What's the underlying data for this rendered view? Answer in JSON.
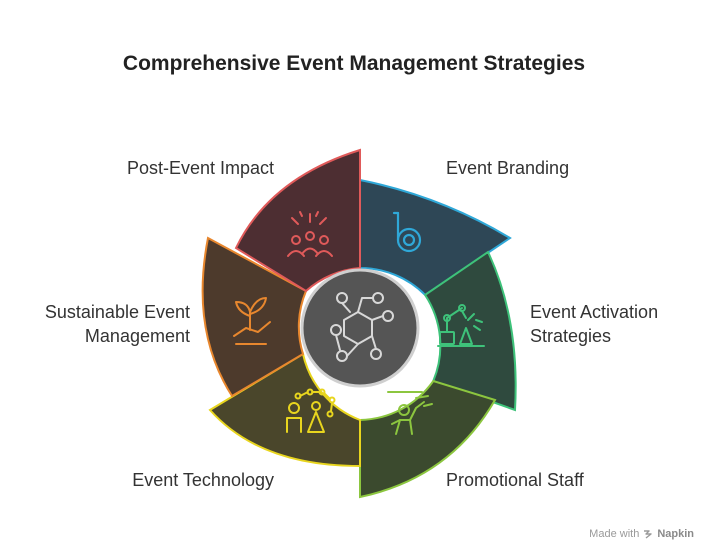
{
  "title": "Comprehensive Event Management Strategies",
  "segments": [
    {
      "id": "event-branding",
      "lines": [
        "Event Branding"
      ],
      "color": "#2fa8d8",
      "fill": "#2e4756",
      "icon": "branding-icon"
    },
    {
      "id": "event-activation-strategies",
      "lines": [
        "Event Activation",
        "Strategies"
      ],
      "color": "#3ec27a",
      "fill": "#2f4a3e",
      "icon": "robot-arm-icon"
    },
    {
      "id": "promotional-staff",
      "lines": [
        "Promotional Staff"
      ],
      "color": "#8cc63f",
      "fill": "#3b4a2e",
      "icon": "promoter-icon"
    },
    {
      "id": "event-technology",
      "lines": [
        "Event Technology"
      ],
      "color": "#e8d51e",
      "fill": "#4a462b",
      "icon": "network-people-icon"
    },
    {
      "id": "sustainable-event-management",
      "lines": [
        "Sustainable Event",
        "Management"
      ],
      "color": "#e8872e",
      "fill": "#4d3a2c",
      "icon": "plant-hand-icon"
    },
    {
      "id": "post-event-impact",
      "lines": [
        "Post-Event Impact"
      ],
      "color": "#e05a5a",
      "fill": "#4d2e32",
      "icon": "audience-celebration-icon"
    }
  ],
  "center": {
    "icon": "hexagon-network-icon"
  },
  "footer": {
    "prefix": "Made with",
    "brand": "Napkin"
  }
}
